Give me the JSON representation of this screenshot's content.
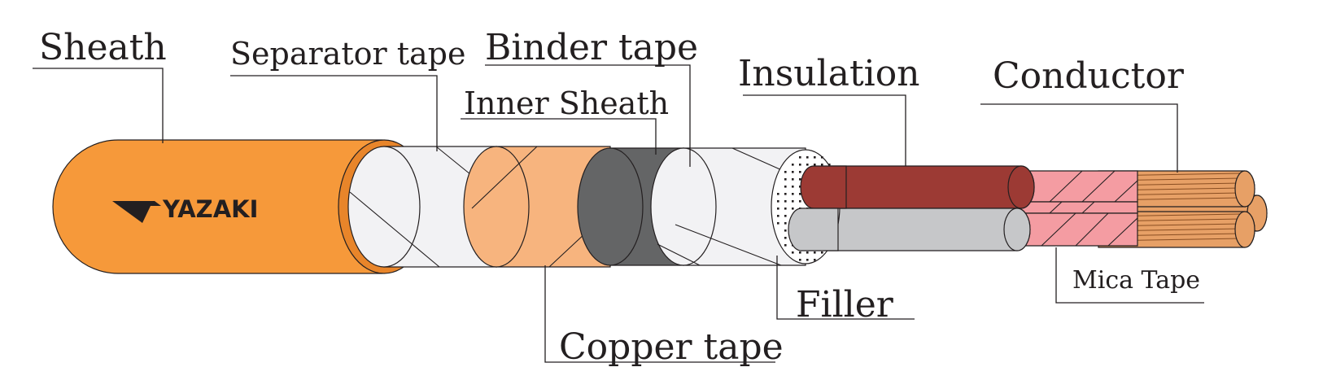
{
  "labels": {
    "sheath": "Sheath",
    "separator_tape": "Separator tape",
    "binder_tape": "Binder tape",
    "inner_sheath": "Inner Sheath",
    "insulation": "Insulation",
    "conductor": "Conductor",
    "mica_tape": "Mica Tape",
    "filler": "Filler",
    "copper_tape": "Copper tape"
  },
  "brand": {
    "name": "YAZAKI",
    "logo_icon": "yazaki-wing-logo-icon"
  },
  "colors": {
    "sheath": "#f6993a",
    "sheath_dark": "#e8852a",
    "copper_tape": "#f7b47e",
    "inner_sheath": "#646566",
    "tape_white": "#f2f2f4",
    "insulation_red": "#9c3a34",
    "insulation_gray": "#c6c7c9",
    "mica": "#f49ca2",
    "conductor": "#e7a066",
    "ink": "#231f20"
  }
}
